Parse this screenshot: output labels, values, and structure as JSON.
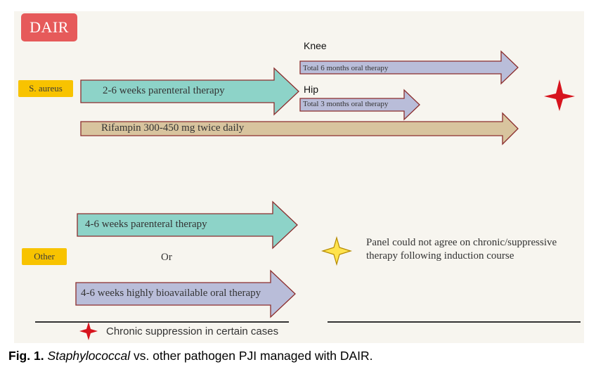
{
  "badge": "DAIR",
  "rows": {
    "s_aureus": "S. aureus",
    "other": "Other"
  },
  "arrows": {
    "parenteral_saureus": "2-6 weeks parenteral therapy",
    "knee_oral": "Total 6 months oral therapy",
    "hip_oral": "Total 3 months oral therapy",
    "rifampin": "Rifampin 300-450 mg twice daily",
    "parenteral_other": "4-6 weeks parenteral therapy",
    "oral_other": "4-6 weeks highly bioavailable oral therapy"
  },
  "labels": {
    "knee": "Knee",
    "hip": "Hip",
    "or": "Or"
  },
  "note": "Panel could not agree on chronic/suppressive therapy following induction course",
  "legend": {
    "red_star": "Chronic suppression in certain cases"
  },
  "caption": {
    "label": "Fig. 1.",
    "italic": "Staphylococcal",
    "rest": "vs. other pathogen PJI managed with DAIR."
  },
  "colors": {
    "badge": "#e65a5a",
    "pill": "#f8c300",
    "teal": "#8dd3c8",
    "lavender": "#b9bdd9",
    "tan": "#d8c49e",
    "arrow_border": "#8b2d2d",
    "red_star": "#d7141e",
    "yellow_star": "#ffe34d"
  }
}
